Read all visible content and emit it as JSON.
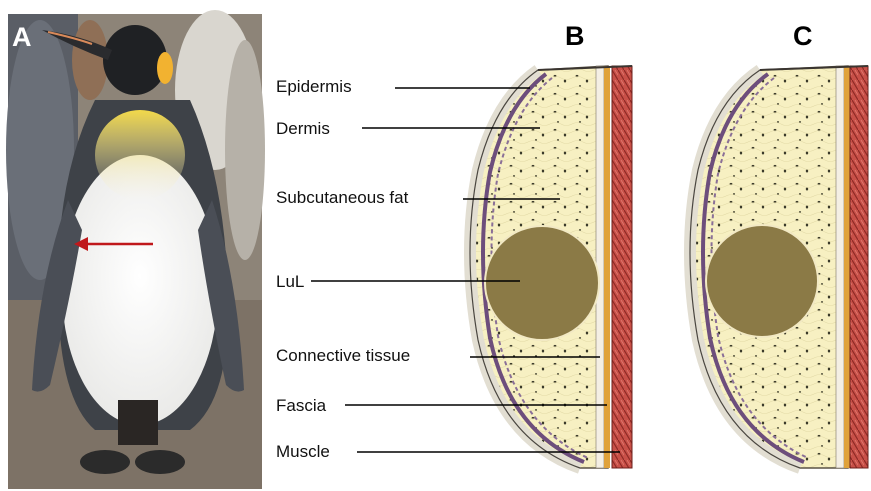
{
  "panels": {
    "a": "A",
    "b": "B",
    "c": "C"
  },
  "labels": {
    "epidermis": "Epidermis",
    "dermis": "Dermis",
    "subcutaneous_fat": "Subcutaneous fat",
    "lul": "LuL",
    "connective_tissue": "Connective tissue",
    "fascia": "Fascia",
    "muscle": "Muscle"
  },
  "colors": {
    "arrow": "#c0181b",
    "lesion": "#8b7a46",
    "fat": "#f7f0c2",
    "fascia": "#e0a23a",
    "muscle": "#b5423a",
    "dermis": "#6d4e7c"
  }
}
